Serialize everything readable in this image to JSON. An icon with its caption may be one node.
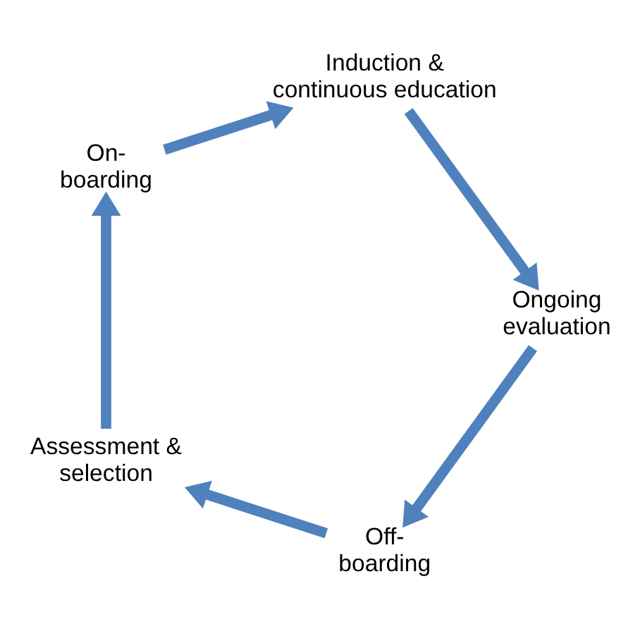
{
  "diagram": {
    "nodes": [
      {
        "text": [
          "Off- boarding"
        ]
      },
      {
        "text": [
          "Assessment & selection"
        ]
      },
      {
        "text": [
          "On- boarding"
        ]
      },
      {
        "text": [
          "Induction & continuous education"
        ]
      },
      {
        "text": [
          "Ongoing evaluation"
        ]
      }
    ],
    "edges": [
      {
        "from": 0,
        "to": 1,
        "arrow": "to"
      },
      {
        "from": 1,
        "to": 2,
        "arrow": "to"
      },
      {
        "from": 2,
        "to": 3,
        "arrow": "to"
      },
      {
        "from": 3,
        "to": 4,
        "arrow": "to"
      },
      {
        "from": 4,
        "to": 0,
        "arrow": "to"
      }
    ]
  }
}
